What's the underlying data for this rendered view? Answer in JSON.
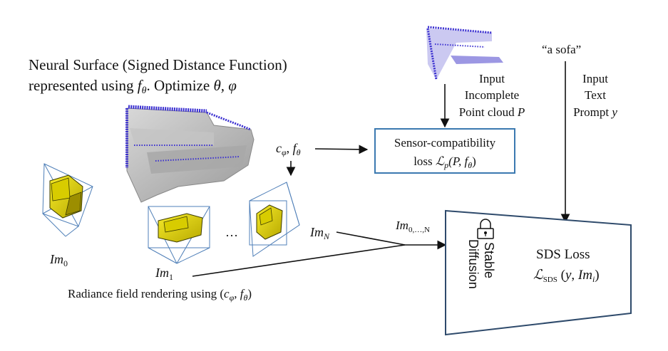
{
  "heading": {
    "line1": "Neural Surface (Signed Distance Function)",
    "line2_prefix": "represented using ",
    "line2_f": "f",
    "line2_theta_sub": "θ",
    "line2_suffix": ". Optimize ",
    "line2_params": "θ, φ"
  },
  "point_cloud_input": {
    "line1": "Input",
    "line2": "Incomplete",
    "line3_prefix": "Point cloud ",
    "line3_var": "P"
  },
  "text_input": {
    "quote": "“a sofa”",
    "line1": "Input",
    "line2": "Text",
    "line3_prefix": "Prompt ",
    "line3_var": "y"
  },
  "camera_params": {
    "c": "c",
    "c_sub": "φ",
    "sep": ", ",
    "f": "f",
    "f_sub": "θ"
  },
  "sensor_loss": {
    "line1": "Sensor-compatibility",
    "line2_prefix": "loss  ",
    "line2_expr": "ℒ",
    "line2_sub": "p",
    "line2_args": "(P, f",
    "line2_args_sub": "θ",
    "line2_close": ")"
  },
  "views": {
    "im0": {
      "base": "Im",
      "sub": "0"
    },
    "im1": {
      "base": "Im",
      "sub": "1"
    },
    "imN": {
      "base": "Im",
      "sub": "N"
    },
    "ellipsis": "…",
    "combined": {
      "base": "Im",
      "sub": "0,…,N"
    }
  },
  "rendering_caption": {
    "prefix": "Radiance field rendering using (",
    "c": "c",
    "c_sub": "φ",
    "sep": ", ",
    "f": "f",
    "f_sub": "θ",
    "close": ")"
  },
  "diffusion": {
    "line1": "Stable",
    "line2": "Diffusion"
  },
  "sds": {
    "title": "SDS Loss",
    "expr": "ℒ",
    "expr_sub": "SDS",
    "args_open": " (",
    "args_y": "y",
    "args_sep": ", ",
    "args_im": "Im",
    "args_im_sub": "i",
    "args_close": ")"
  },
  "colors": {
    "frustum": "#4f7fb8",
    "box_border": "#3b79b0",
    "sds_border": "#2e4a6b",
    "points": "#3a2fd0",
    "sofa_mesh": "#b9b9b9",
    "sofa_render": "#e8dc10"
  }
}
